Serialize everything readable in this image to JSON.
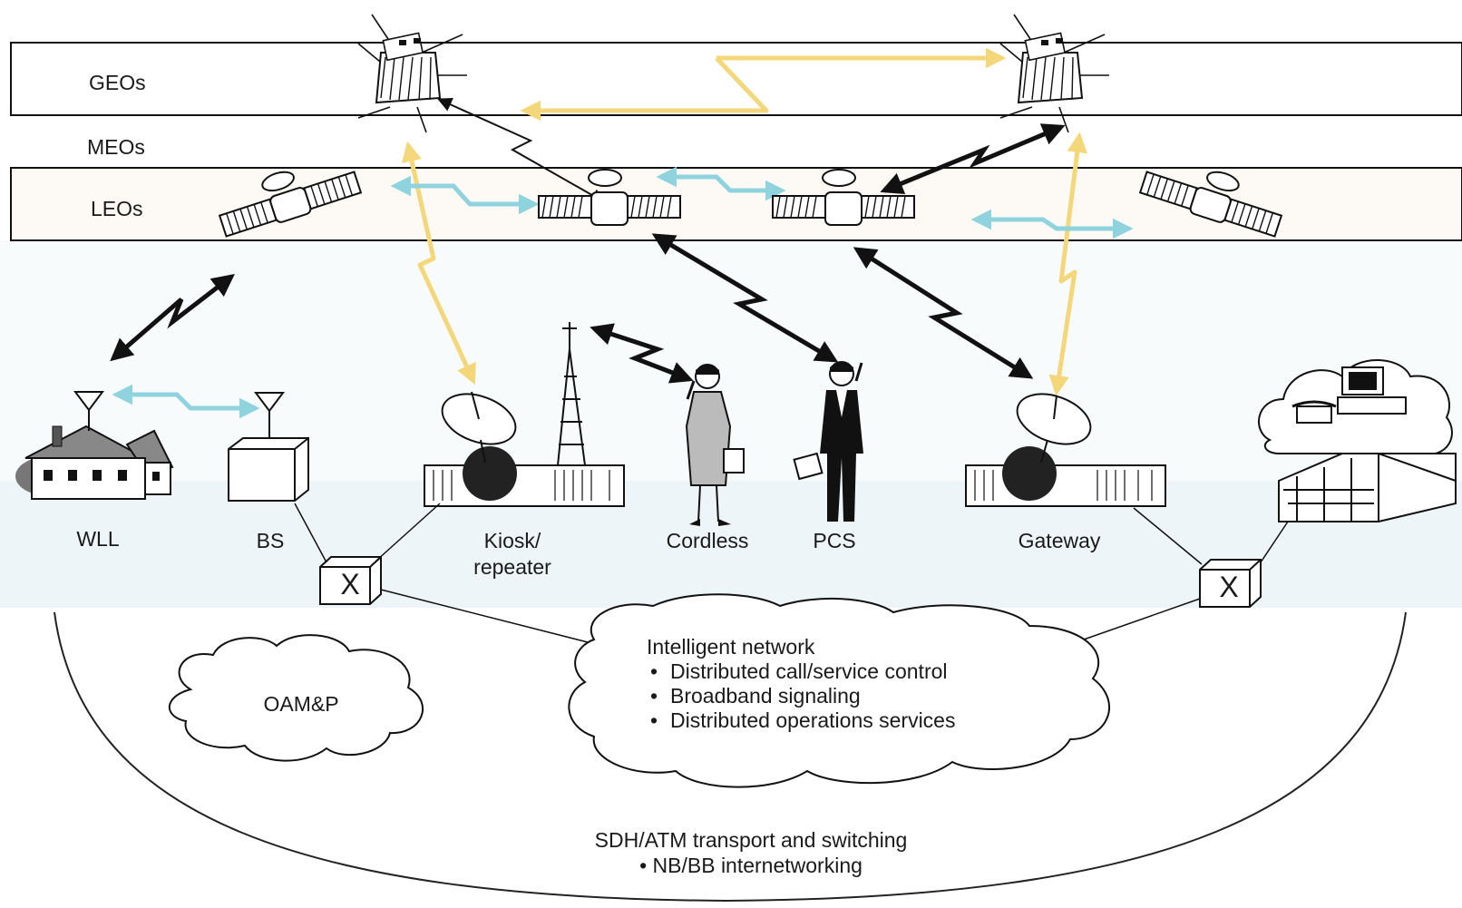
{
  "orbits": {
    "geo_label": "GEOs",
    "meo_label": "MEOs",
    "leo_label": "LEOs"
  },
  "terminals": {
    "wll": "WLL",
    "bs": "BS",
    "kiosk_line1": "Kiosk/",
    "kiosk_line2": "repeater",
    "cordless": "Cordless",
    "pcs": "PCS",
    "gateway": "Gateway"
  },
  "switch_symbol": "X",
  "oamp_label": "OAM&P",
  "intelligent_network": {
    "title": "Intelligent network",
    "items": [
      "Distributed call/service control",
      "Broadband signaling",
      "Distributed operations services"
    ]
  },
  "transport": {
    "title": "SDH/ATM transport and switching",
    "item": "NB/BB internetworking"
  },
  "colors": {
    "inter_satellite_link": "#f3d77a",
    "intra_layer_link": "#8fd3de",
    "user_link": "#111111",
    "ground_band": "#eef5f8"
  }
}
